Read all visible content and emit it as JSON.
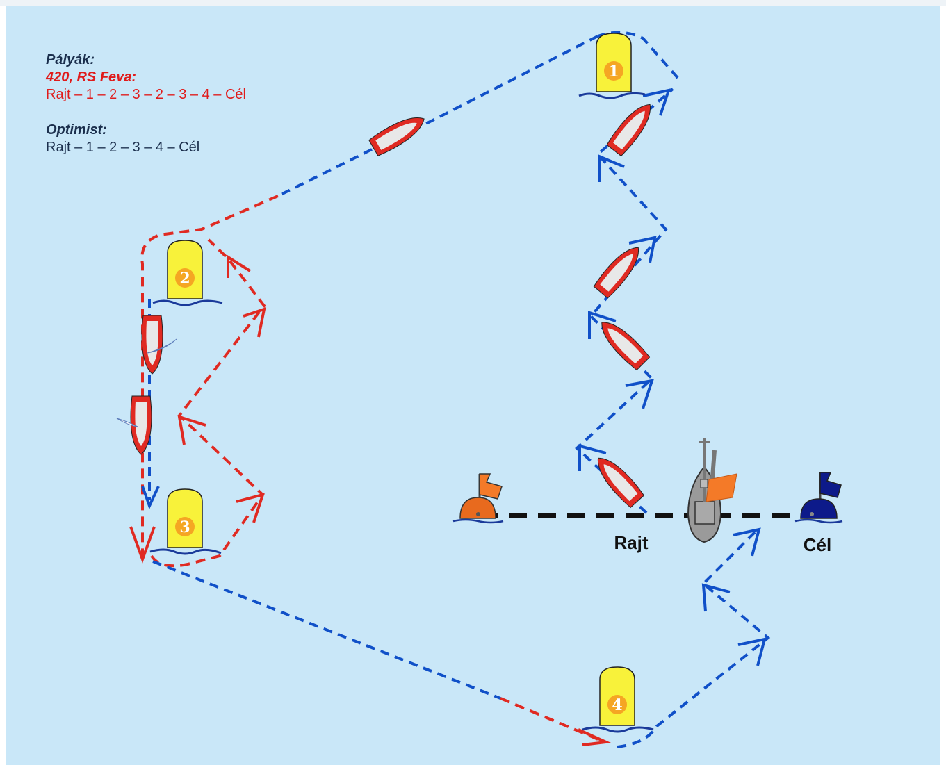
{
  "legend": {
    "title": "Pályák:",
    "group1_title": "420, RS Feva:",
    "group1_route": "Rajt – 1 – 2 – 3 – 2 – 3 – 4 – Cél",
    "group2_title": "Optimist:",
    "group2_route": "Rajt – 1 – 2 – 3 – 4 – Cél"
  },
  "marks": [
    {
      "id": "1",
      "label": "1"
    },
    {
      "id": "2",
      "label": "2"
    },
    {
      "id": "3",
      "label": "3"
    },
    {
      "id": "4",
      "label": "4"
    }
  ],
  "start_label": "Rajt",
  "finish_label": "Cél",
  "colors": {
    "water": "#c9e7f8",
    "route_red": "#e02a22",
    "route_blue": "#1050c8",
    "buoy_yellow": "#f8f23a",
    "buoy_number": "#f5a623",
    "boat_red": "#e02a22",
    "boat_deck": "#e8e8e8",
    "start_buoy": "#e86a1e",
    "finish_buoy": "#0d1a8a",
    "line_black": "#111111",
    "committee_boat": "#9a9a9a",
    "flag_orange": "#f47a28"
  }
}
